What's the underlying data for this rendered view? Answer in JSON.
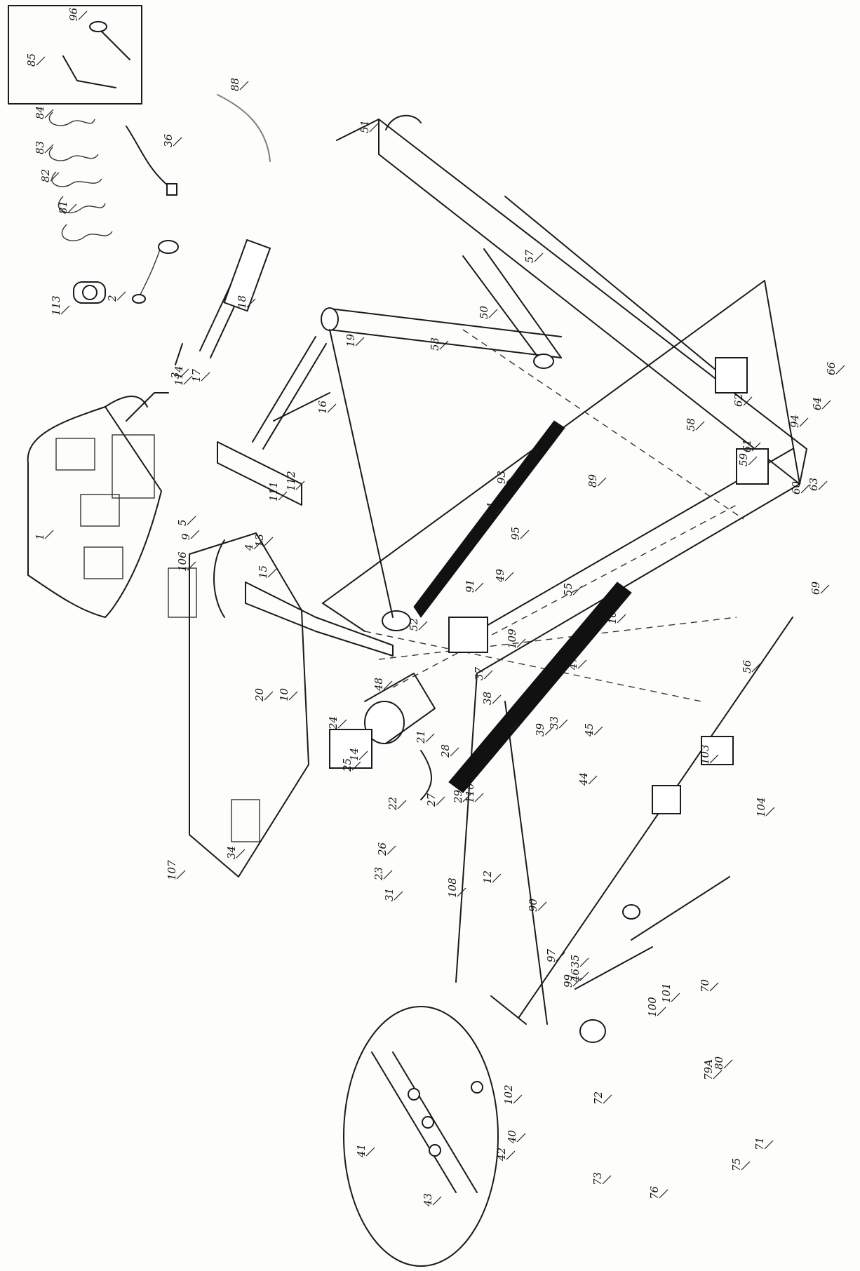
{
  "diagram": {
    "type": "exploded-parts-drawing",
    "callouts": [
      "1",
      "2",
      "3",
      "4",
      "5",
      "9",
      "10",
      "12",
      "13",
      "14",
      "15",
      "16",
      "17",
      "18",
      "19",
      "20",
      "21",
      "22",
      "23",
      "24",
      "25",
      "26",
      "27",
      "28",
      "29",
      "30",
      "31",
      "33",
      "34",
      "35",
      "36",
      "37",
      "38",
      "39",
      "40",
      "41",
      "42",
      "43",
      "44",
      "45",
      "46",
      "47",
      "48",
      "49",
      "50",
      "51",
      "52",
      "53",
      "54",
      "55",
      "56",
      "57",
      "58",
      "59",
      "60",
      "61",
      "62",
      "63",
      "64",
      "66",
      "69",
      "70",
      "71",
      "72",
      "73",
      "75",
      "76",
      "79A",
      "80",
      "81",
      "82",
      "83",
      "84",
      "85",
      "88",
      "89",
      "90",
      "91",
      "93",
      "94",
      "95",
      "96",
      "97",
      "99",
      "100",
      "101",
      "102",
      "103",
      "104",
      "105",
      "106",
      "107",
      "108",
      "109",
      "110",
      "111",
      "112",
      "113",
      "114"
    ]
  }
}
